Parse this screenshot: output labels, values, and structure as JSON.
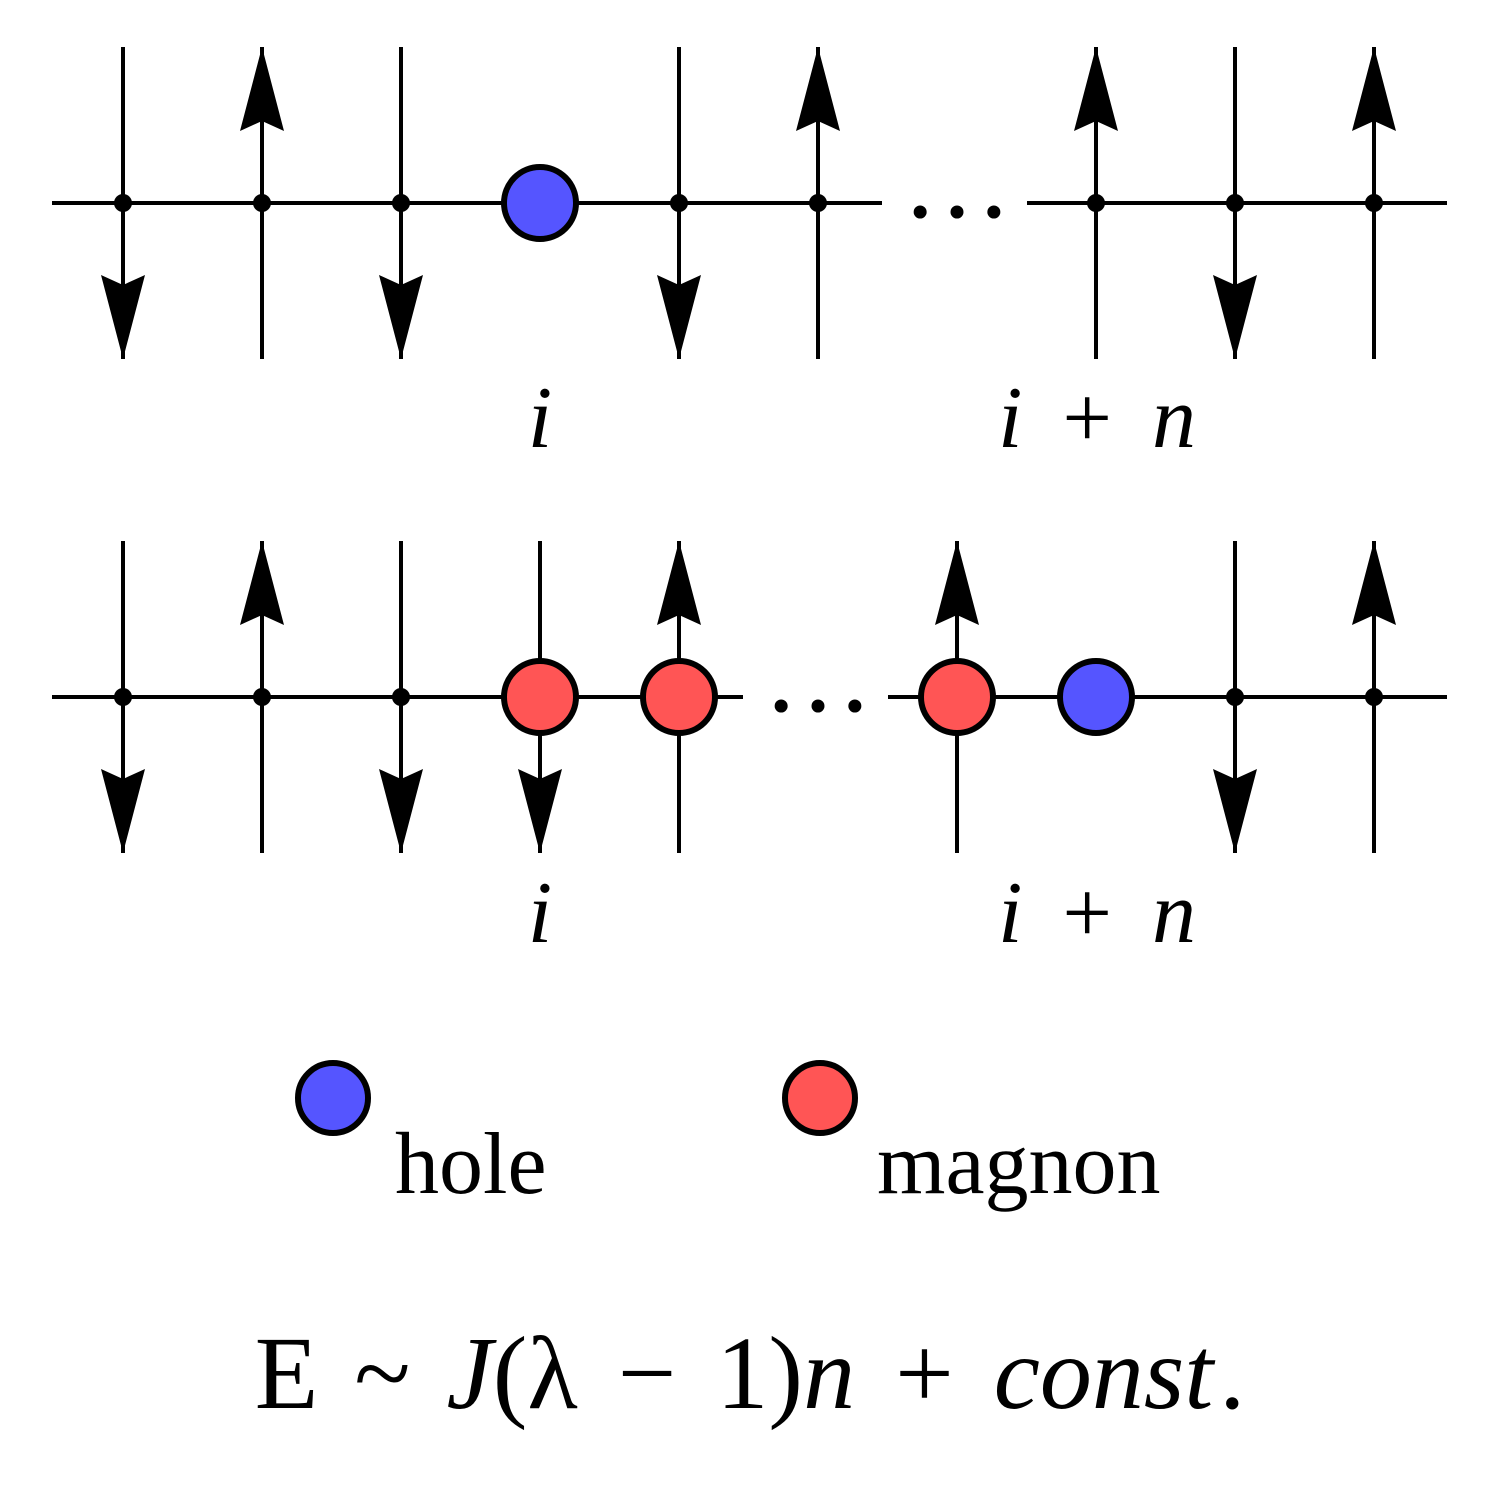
{
  "colors": {
    "hole": "#5555ff",
    "magnon": "#ff5555",
    "stroke": "#000000",
    "background": "#ffffff"
  },
  "chains": [
    {
      "sites": [
        {
          "spin": "down"
        },
        {
          "spin": "up"
        },
        {
          "spin": "down"
        },
        {
          "marker": "hole"
        },
        {
          "spin": "down"
        },
        {
          "spin": "up"
        },
        {
          "gap": "ellipsis"
        },
        {
          "spin": "up"
        },
        {
          "spin": "down"
        },
        {
          "spin": "up"
        }
      ],
      "label_i": "i",
      "label_in": {
        "i": "i",
        "plus": "+",
        "n": "n"
      }
    },
    {
      "sites": [
        {
          "spin": "down"
        },
        {
          "spin": "up"
        },
        {
          "spin": "down"
        },
        {
          "spin": "down",
          "marker": "magnon"
        },
        {
          "spin": "up",
          "marker": "magnon"
        },
        {
          "gap": "ellipsis"
        },
        {
          "spin": "up",
          "marker": "magnon"
        },
        {
          "marker": "hole"
        },
        {
          "spin": "down"
        },
        {
          "spin": "up"
        }
      ],
      "label_i": "i",
      "label_in": {
        "i": "i",
        "plus": "+",
        "n": "n"
      }
    }
  ],
  "ellipsis": "…",
  "legend": {
    "hole_label": "hole",
    "magnon_label": "magnon"
  },
  "formula": {
    "E": "E",
    "sim": "~",
    "J": "J",
    "paren_open": "(λ",
    "minus": "−",
    "one_close": "1)",
    "n": "n",
    "plus": "+",
    "const": "const",
    "dot": "."
  }
}
